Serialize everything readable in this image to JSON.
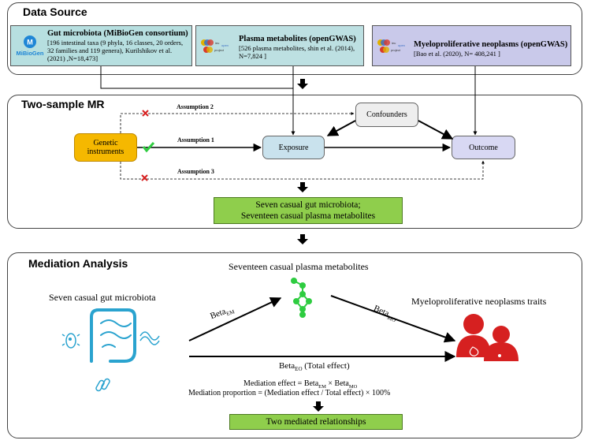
{
  "data_source": {
    "title": "Data Source",
    "gut": {
      "logo_text": "MiBioGen",
      "title": "Gut microbiota  (MiBioGen consortium)",
      "detail": "[196 intestinal taxa (9 phyla, 16 classes, 20 orders, 32 families and 119 genera), Kurilshikov et al. (2021) ,N=18,473]"
    },
    "plasma": {
      "title": "Plasma metabolites (openGWAS)",
      "detail": "[526 plasma metabolites, shin et al. (2014), N=7,824 ]"
    },
    "mpn": {
      "title": "Myeloproliferative neoplasms (openGWAS)",
      "detail": "[Bao et al. (2020), N= 408,241 ]"
    }
  },
  "mr": {
    "title": "Two-sample MR",
    "genetic_instruments": "Genetic instruments",
    "exposure": "Exposure",
    "outcome": "Outcome",
    "confounders": "Confounders",
    "assumption1": "Assumption 1",
    "assumption2": "Assumption 2",
    "assumption3": "Assumption 3",
    "result_line1": "Seven casual gut microbiota;",
    "result_line2": "Seventeen casual plasma metabolites"
  },
  "mediation": {
    "title": "Mediation Analysis",
    "gut_label": "Seven casual gut microbiota",
    "metab_label": "Seventeen casual plasma metabolites",
    "mpn_label": "Myeloproliferative neoplasms traits",
    "beta": "Beta",
    "sub_em": "EM",
    "sub_mo": "MO",
    "sub_eo": "EO",
    "total_effect": "(Total effect)",
    "formula_prefix": "Mediation effect = Beta",
    "formula_times": " × Beta",
    "proportion": "Mediation proportion = (Mediation effect / Total effect) × 100%",
    "result": "Two  mediated relationships"
  },
  "colors": {
    "gut_box": "#b7dfe0",
    "plasma_box": "#bde0e2",
    "mpn_box": "#c9c9ea",
    "genetic": "#f5b800",
    "exposure": "#c9e2ed",
    "outcome": "#d8d8f3",
    "confounders": "#eeeeee",
    "green": "#8fce4c",
    "icon_blue": "#2aa3cf",
    "icon_green": "#2ecc40",
    "icon_red": "#d62020"
  }
}
